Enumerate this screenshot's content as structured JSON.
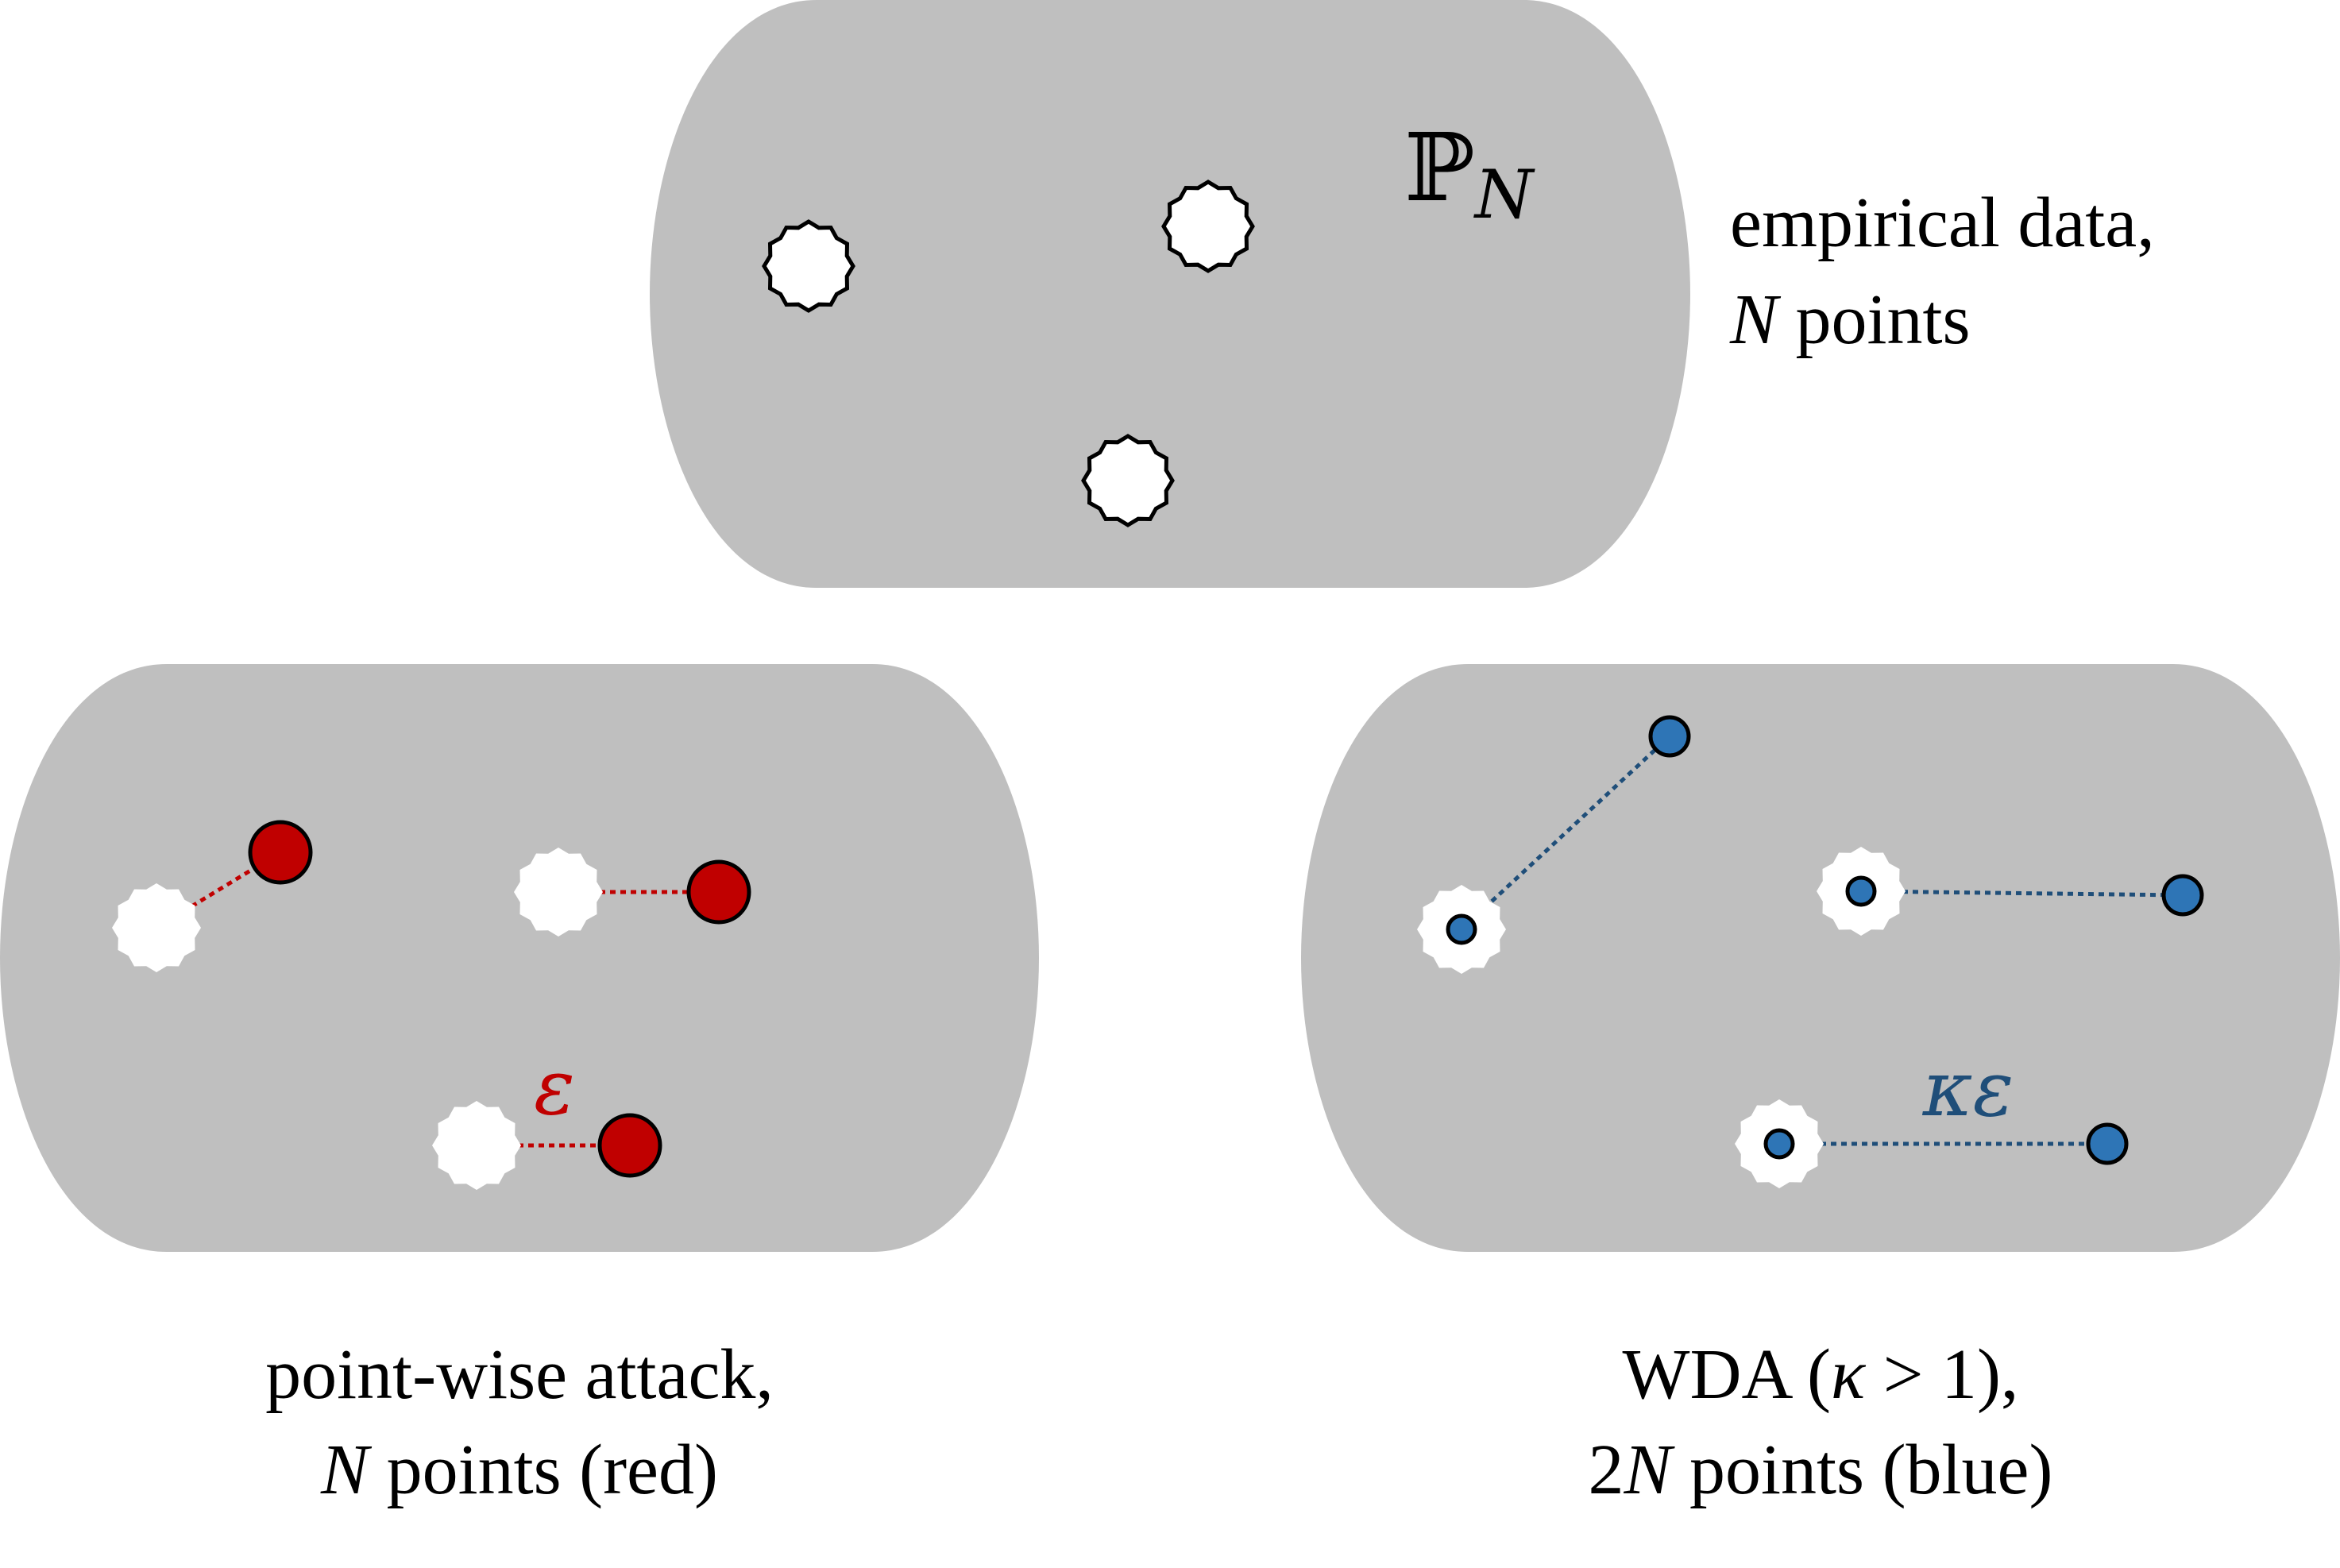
{
  "panels": {
    "empirical": {
      "symbol": "ℙ",
      "subscript": "N",
      "caption_line1": "empirical data,",
      "caption_line2_italic": "N",
      "caption_line2_rest": " points"
    },
    "pointwise": {
      "epsilon_label": "ε",
      "caption_line1": "point-wise attack,",
      "caption_line2_italic": "N",
      "caption_line2_rest": " points (red)"
    },
    "wda": {
      "kappa_epsilon_label": "κε",
      "caption_line1_pre": "WDA (",
      "caption_line1_kappa": "κ",
      "caption_line1_post": " > 1),",
      "caption_line2_pre": "2",
      "caption_line2_italic": "N",
      "caption_line2_rest": " points (blue)"
    }
  },
  "colors": {
    "panel_fill": "#bfbfbf",
    "red": "#c00000",
    "blue": "#2e75b6",
    "blue_dark": "#1f4e79",
    "text": "#000000"
  }
}
